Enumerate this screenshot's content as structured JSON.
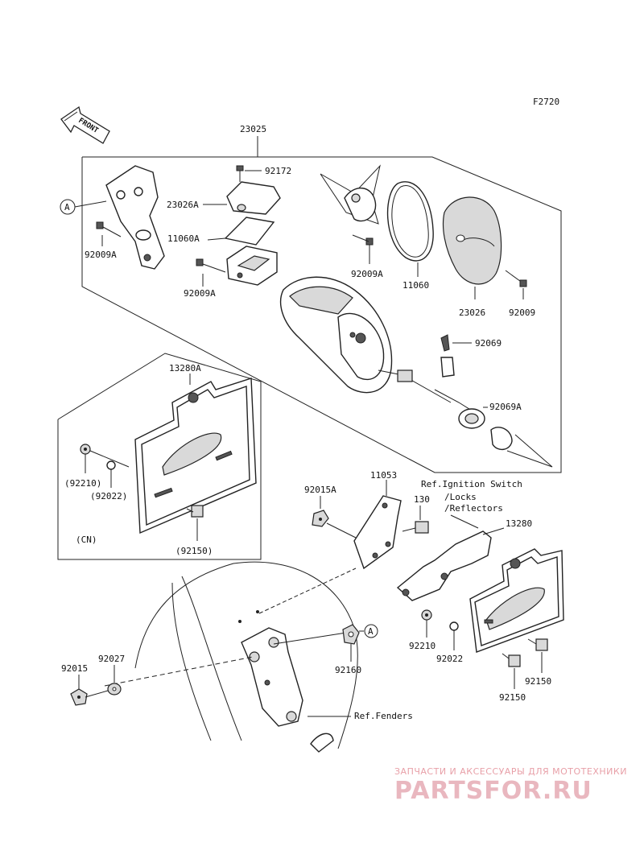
{
  "diagram": {
    "figure_code": "F2720",
    "front_arrow": "FRONT",
    "labels": {
      "p23025": "23025",
      "p92172": "92172",
      "p23026A": "23026A",
      "p11060A": "11060A",
      "p92009A_1": "92009A",
      "p92009A_2": "92009A",
      "p92009A_3": "92009A",
      "p11060": "11060",
      "p23026": "23026",
      "p92009": "92009",
      "p92069": "92069",
      "p92069A": "92069A",
      "p13280A": "13280A",
      "p92210_paren": "(92210)",
      "p92022_paren": "(92022)",
      "p92150_paren": "(92150)",
      "cn": "(CN)",
      "p92015A": "92015A",
      "p11053": "11053",
      "ref_ignition_1": "Ref.Ignition Switch",
      "ref_ignition_2": "/Locks",
      "ref_ignition_3": "/Reflectors",
      "p130": "130",
      "p13280": "13280",
      "p92210": "92210",
      "p92022": "92022",
      "p92150_a": "92150",
      "p92150_b": "92150",
      "p92015": "92015",
      "p92027": "92027",
      "p92160": "92160",
      "ref_fenders": "Ref.Fenders",
      "callout_A1": "A",
      "callout_A2": "A"
    },
    "watermark": {
      "line1": "ЗАПЧАСТИ И АКСЕССУАРЫ ДЛЯ МОТОТЕХНИКИ",
      "line2": "PARTSFOR.RU"
    }
  }
}
